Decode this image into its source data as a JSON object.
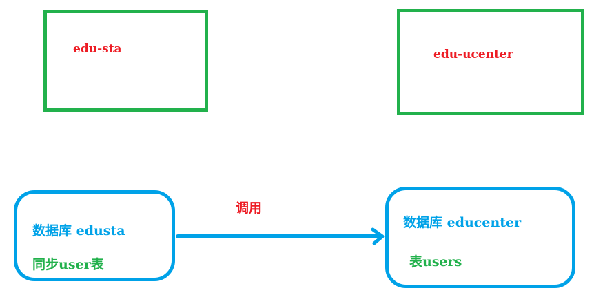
{
  "service_left": {
    "label": "edu-sta"
  },
  "service_right": {
    "label": "edu-ucenter"
  },
  "db_left": {
    "name": "数据库 edusta",
    "note": "同步user表"
  },
  "db_right": {
    "name": "数据库 educenter",
    "note": "表users"
  },
  "call_arrow": {
    "label": "调用"
  },
  "colors": {
    "green_border": "#22b14c",
    "blue_border": "#00a2e8",
    "red_text": "#ed1c24",
    "teal_text": "#00a2e8",
    "green_text": "#22b14c"
  }
}
